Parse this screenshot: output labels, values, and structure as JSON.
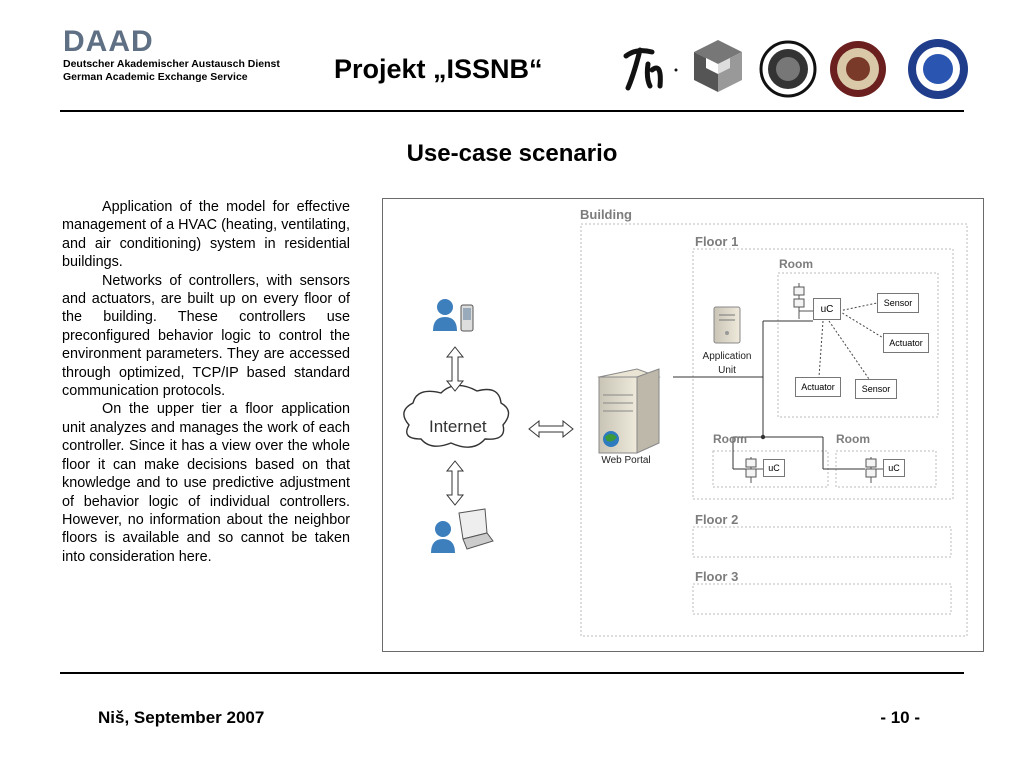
{
  "header": {
    "daad_logo": "DAAD",
    "daad_line1": "Deutscher Akademischer Austausch Dienst",
    "daad_line2": "German Academic Exchange Service",
    "project_title": "Projekt „ISSNB“"
  },
  "slide_title": "Use-case scenario",
  "body_paragraphs": [
    "Application of the model for effective management of a HVAC (heating, ventilating, and air conditioning) system in residential buildings.",
    "Networks of controllers, with sensors and actuators, are built up on every floor of the building. These controllers use preconfigured behavior logic to control the environment parameters. They are accessed through optimized, TCP/IP based standard communication protocols.",
    "On the upper tier a floor application unit analyzes and manages the work of each controller. Since it has a view over the whole floor it can make decisions based on that knowledge and to use predictive adjustment of behavior logic of individual controllers. However, no information about the neighbor floors is available and so cannot be taken into consideration here."
  ],
  "diagram": {
    "building": "Building",
    "floor1": "Floor 1",
    "floor2": "Floor 2",
    "floor3": "Floor 3",
    "room_main": "Room",
    "room_left": "Room",
    "room_right": "Room",
    "uc_main": "uC",
    "uc_left": "uC",
    "uc_right": "uC",
    "sensor_top": "Sensor",
    "actuator_right": "Actuator",
    "actuator_bottom": "Actuator",
    "sensor_bottom": "Sensor",
    "application_unit": "Application\nUnit",
    "application_unit_l1": "Application",
    "application_unit_l2": "Unit",
    "web_portal": "Web Portal",
    "internet": "Internet"
  },
  "footer": {
    "left": "Niš, September 2007",
    "right": "- 10 -"
  }
}
